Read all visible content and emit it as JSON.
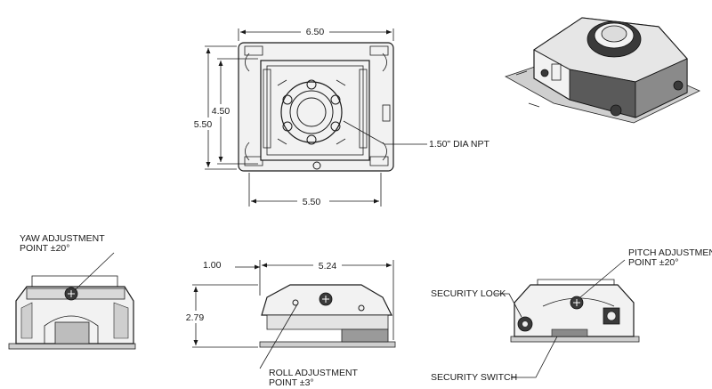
{
  "dimensions": {
    "top_width": "6.50",
    "top_inner_height": "4.50",
    "top_outer_height": "5.50",
    "top_bottom_width": "5.50",
    "side_offset": "1.00",
    "side_width": "5.24",
    "side_height": "2.79"
  },
  "callouts": {
    "npt": "1.50\" DIA NPT",
    "yaw_line1": "YAW ADJUSTMENT",
    "yaw_line2": "POINT ±20°",
    "roll_line1": "ROLL ADJUSTMENT",
    "roll_line2": "POINT ±3°",
    "pitch_line1": "PITCH ADJUSTMENT",
    "pitch_line2": "POINT ±20°",
    "security_lock": "SECURITY LOCK",
    "security_switch": "SECURITY SWITCH"
  }
}
